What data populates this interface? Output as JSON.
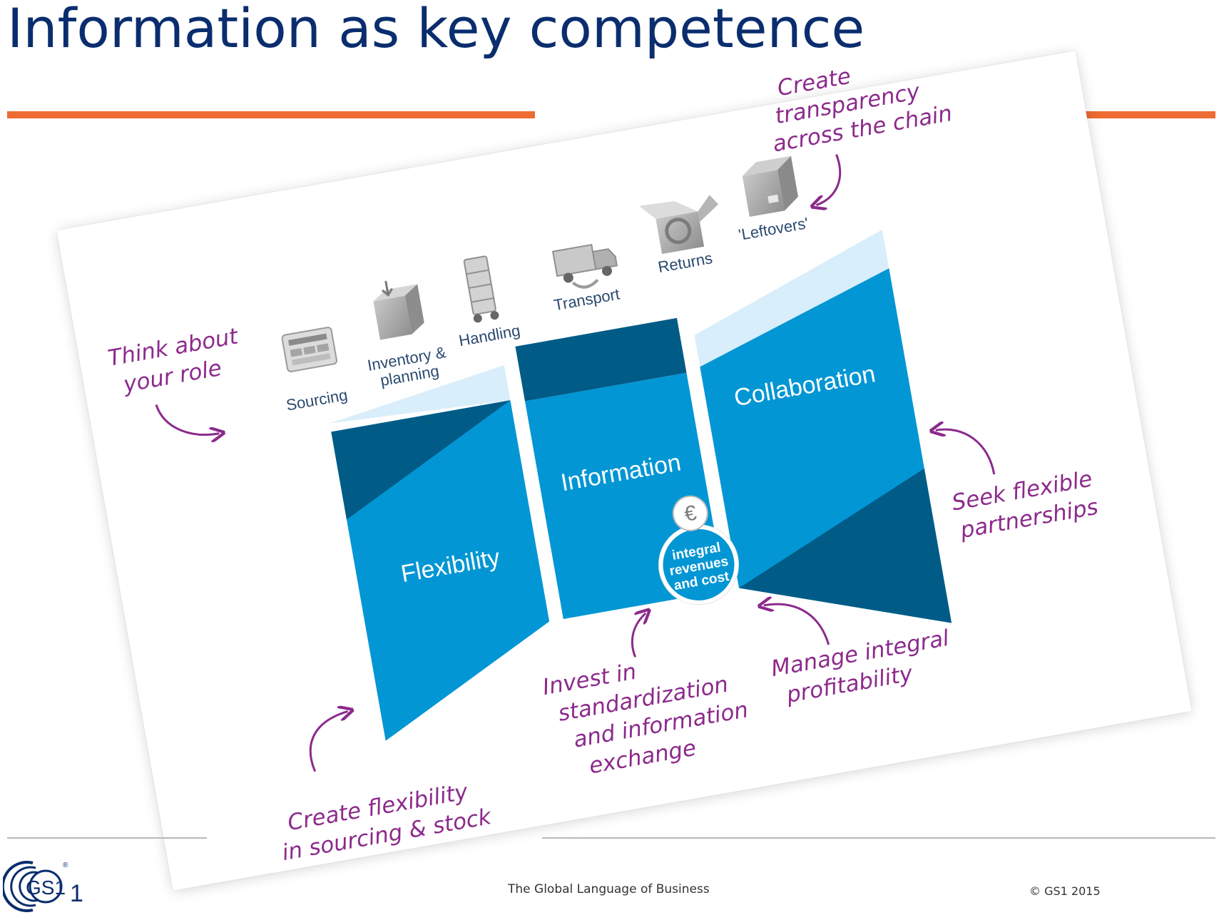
{
  "slide": {
    "title": "Information as key competence"
  },
  "diagram": {
    "panels": [
      {
        "label": "Flexibility"
      },
      {
        "label": "Information"
      },
      {
        "label": "Collaboration"
      }
    ],
    "chain_steps": [
      {
        "label_lines": [
          "Sourcing"
        ],
        "icon": "sourcing-icon"
      },
      {
        "label_lines": [
          "Inventory &",
          "planning"
        ],
        "icon": "inventory-box-icon"
      },
      {
        "label_lines": [
          "Handling"
        ],
        "icon": "hand-truck-icon"
      },
      {
        "label_lines": [
          "Transport"
        ],
        "icon": "truck-icon"
      },
      {
        "label_lines": [
          "Returns"
        ],
        "icon": "returns-icon"
      },
      {
        "label_lines": [
          "'Leftovers'"
        ],
        "icon": "leftovers-box-icon"
      }
    ],
    "badge": {
      "lines": [
        "integral",
        "revenues",
        "and cost"
      ],
      "icon": "euro-icon"
    },
    "annotations": {
      "think_about_role": [
        "Think about",
        "your role"
      ],
      "create_transparency": [
        "Create",
        "transparency",
        "across the chain"
      ],
      "seek_flexible": [
        "Seek flexible",
        "partnerships"
      ],
      "manage_profitability": [
        "Manage integral",
        "profitability"
      ],
      "invest_standardization": [
        "Invest in",
        "standardization",
        "and information",
        "exchange"
      ],
      "create_flexibility": [
        "Create flexibility",
        "in sourcing & stock"
      ]
    },
    "colors": {
      "panel_blue": "#0396d4",
      "panel_dark": "#005b87",
      "panel_light": "#d8eefa",
      "annotation_purple": "#8c2a8c",
      "accent_orange": "#ee6b32",
      "title_navy": "#0a2d6e"
    }
  },
  "footer": {
    "tagline": "The Global Language of Business",
    "copyright": "© GS1 2015",
    "logo_text": "GS1",
    "logo_mark": "®",
    "logo_digit": "1"
  }
}
